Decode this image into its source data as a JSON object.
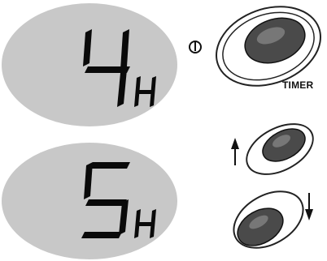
{
  "display_top": {
    "digit": "4",
    "unit": "H"
  },
  "display_bottom": {
    "digit": "5",
    "unit": "H"
  },
  "timer_button": {
    "label": "TIMER",
    "icon": "power-icon"
  },
  "up_button": {
    "icon": "up-arrow-icon"
  },
  "down_button": {
    "icon": "down-arrow-icon"
  },
  "colors": {
    "display_bg": "#c8c8c8",
    "segment": "#0a0a0a",
    "button_dark": "#4a4a4a"
  }
}
